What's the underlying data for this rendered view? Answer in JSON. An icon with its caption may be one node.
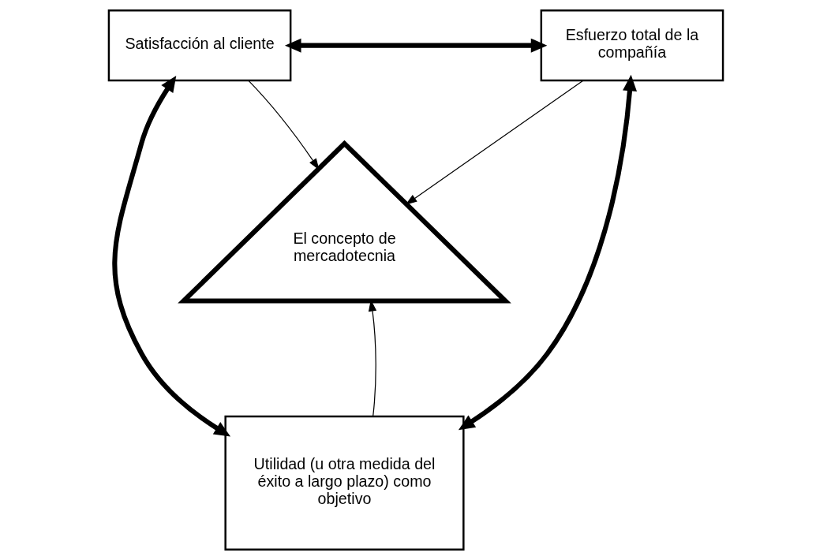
{
  "diagram": {
    "nodes": [
      {
        "text": [
          "Satisfacción al cliente"
        ]
      },
      {
        "text": [
          "Esfuerzo total de la compañía"
        ]
      },
      {
        "text": [
          "El concepto de mercadotecnia"
        ]
      },
      {
        "text": [
          "Utilidad (u otra medida del éxito a largo plazo) como objetivo"
        ]
      }
    ],
    "edges": [
      {
        "from": 0,
        "to": 1,
        "arrow": "both",
        "style": "thick"
      },
      {
        "from": 0,
        "to": 2,
        "arrow": "to"
      },
      {
        "from": 1,
        "to": 2,
        "arrow": "to"
      },
      {
        "from": 3,
        "to": 2,
        "arrow": "to"
      },
      {
        "from": 0,
        "to": 3,
        "arrow": "both",
        "style": "thick"
      },
      {
        "from": 1,
        "to": 3,
        "arrow": "both",
        "style": "thick"
      }
    ]
  }
}
